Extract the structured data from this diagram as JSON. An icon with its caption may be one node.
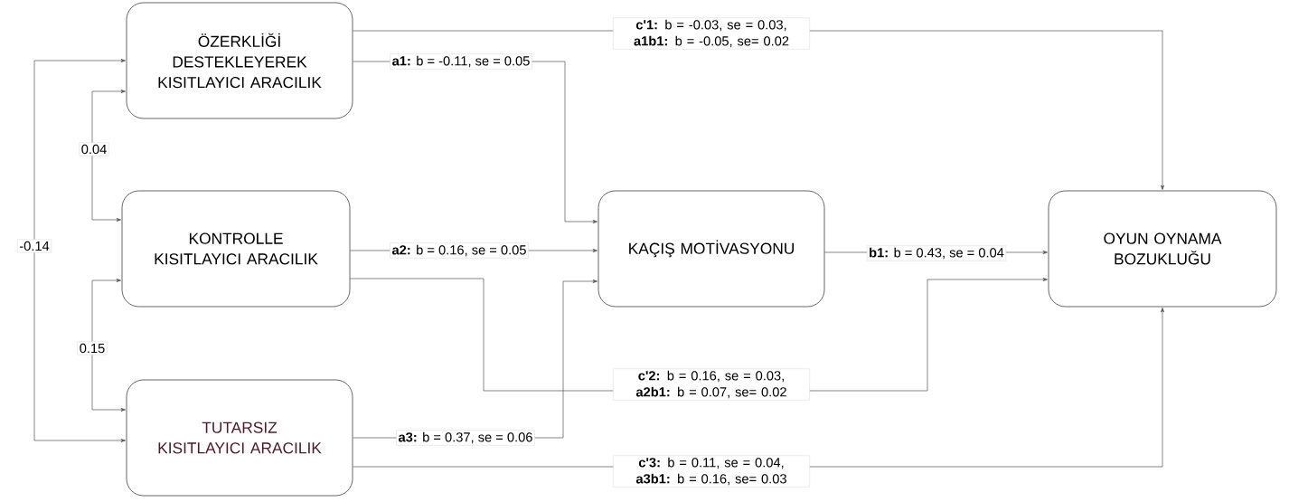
{
  "diagram": {
    "nodes": [
      {
        "text": [
          "ÖZERKLİĞİ DESTEKLEYEREK KISITLAYICI ARACILIK"
        ]
      },
      {
        "text": [
          "KONTROLLE KISITLAYICI ARACILIK"
        ]
      },
      {
        "text": [
          "TUTARSIZ KISITLAYICI ARACILIK"
        ]
      },
      {
        "text": [
          "KAÇIŞ MOTİVASYONU"
        ]
      },
      {
        "text": [
          "OYUN OYNAMA BOZUKLUĞU"
        ]
      }
    ],
    "edges": [
      {
        "from": 0,
        "to": 1,
        "arrow": "both",
        "label": "0.04"
      },
      {
        "from": 1,
        "to": 2,
        "arrow": "both",
        "label": "0.15"
      },
      {
        "from": 0,
        "to": 2,
        "arrow": "both",
        "label": "-0.14"
      },
      {
        "from": 0,
        "to": 3,
        "arrow": "to",
        "label": "**a1:** b = -0.11, se = 0.05"
      },
      {
        "from": 1,
        "to": 3,
        "arrow": "to",
        "label": "**a2:** b = 0.16, se = 0.05"
      },
      {
        "from": 2,
        "to": 3,
        "arrow": "to",
        "label": "**a3:** b = 0.37, se = 0.06"
      },
      {
        "from": 3,
        "to": 4,
        "arrow": "to",
        "label": "**b1:** b = 0.43, se = 0.04"
      },
      {
        "from": 0,
        "to": 4,
        "arrow": "to",
        "label": "**c'1:** b = -0.03, se = 0.03, **a1b1:** b = -0.05, se= 0.02"
      },
      {
        "from": 1,
        "to": 4,
        "arrow": "to",
        "label": "**c'2:** b = 0.16, se = 0.03, **a2b1:** b = 0.07, se= 0.02"
      },
      {
        "from": 2,
        "to": 4,
        "arrow": "to",
        "label": "**c'3:** b = 0.11, se = 0.04, **a3b1:** b = 0.16, se= 0.03"
      }
    ]
  }
}
